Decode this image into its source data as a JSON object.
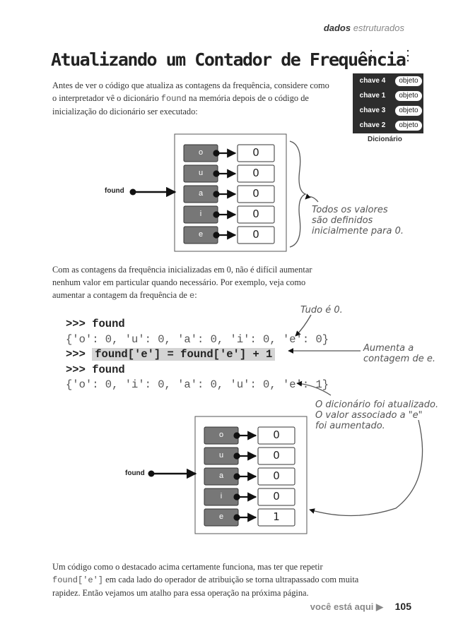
{
  "header": {
    "section_bold": "dados",
    "section_light": "estruturados"
  },
  "title": "Atualizando um Contador de Frequência",
  "intro": {
    "before": "Antes de ver o código que atualiza as contagens da frequência, considere como o interpretador vê o dicionário ",
    "code": "found",
    "after": " na memória depois de o código de inicialização do dicionário ser executado:"
  },
  "dict_table": {
    "rows": [
      {
        "key": "chave 4",
        "value": "objeto"
      },
      {
        "key": "chave 1",
        "value": "objeto"
      },
      {
        "key": "chave 3",
        "value": "objeto"
      },
      {
        "key": "chave 2",
        "value": "objeto"
      }
    ],
    "caption": "Dicionário"
  },
  "diagram1": {
    "variable": "found",
    "entries": [
      {
        "key": "o",
        "value": "0"
      },
      {
        "key": "u",
        "value": "0"
      },
      {
        "key": "a",
        "value": "0"
      },
      {
        "key": "i",
        "value": "0"
      },
      {
        "key": "e",
        "value": "0"
      }
    ],
    "note": [
      "Todos os valores",
      "são definidos",
      "inicialmente para 0."
    ]
  },
  "mid_paragraph": {
    "text": "Com as contagens da frequência inicializadas em 0, não é difícil aumentar nenhum valor em particular quando necessário. Por exemplo, veja como aumentar a contagem da frequência de ",
    "code": "e",
    "after": ":"
  },
  "code": {
    "line1": ">>> found",
    "line2": "{'o': 0, 'u': 0, 'a': 0, 'i': 0, 'e': 0}",
    "line3_prompt": ">>> ",
    "line3_code": "found['e'] = found['e'] + 1",
    "line4": ">>> found",
    "line5": "{'o': 0, 'i': 0, 'a': 0, 'u': 0, 'e': 1}"
  },
  "annotations": {
    "all_zero": "Tudo é 0.",
    "increment": [
      "Aumenta a",
      "contagem de e."
    ],
    "updated": [
      "O dicionário foi atualizado.",
      "O valor associado a \"e\"",
      "foi aumentado."
    ]
  },
  "diagram2": {
    "variable": "found",
    "entries": [
      {
        "key": "o",
        "value": "0"
      },
      {
        "key": "u",
        "value": "0"
      },
      {
        "key": "a",
        "value": "0"
      },
      {
        "key": "i",
        "value": "0"
      },
      {
        "key": "e",
        "value": "1"
      }
    ]
  },
  "closing": {
    "before": "Um código como o destacado acima certamente funciona, mas ter que repetir ",
    "code": "found['e']",
    "after": " em cada lado do operador de atribuição se torna ultrapassado com muita rapidez. Então vejamos um atalho para essa operação na próxima página."
  },
  "footer": {
    "text": "você está aqui ▶",
    "page": "105"
  }
}
